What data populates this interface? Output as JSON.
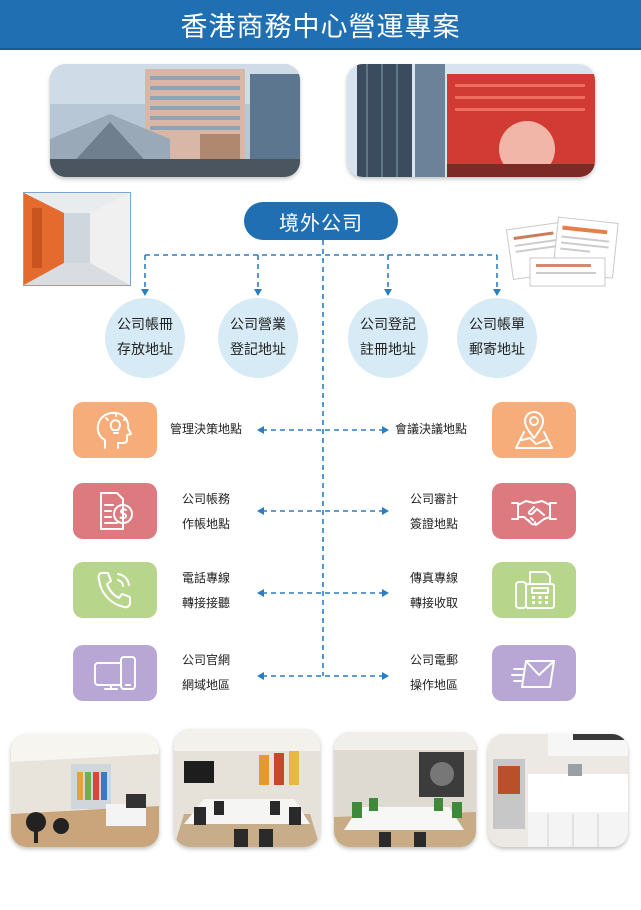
{
  "header": {
    "title": "香港商務中心營運專案"
  },
  "root": {
    "label": "境外公司"
  },
  "address_circles": [
    {
      "line1": "公司帳冊",
      "line2": "存放地址"
    },
    {
      "line1": "公司營業",
      "line2": "登記地址"
    },
    {
      "line1": "公司登記",
      "line2": "註冊地址"
    },
    {
      "line1": "公司帳單",
      "line2": "郵寄地址"
    }
  ],
  "rows": [
    {
      "left": {
        "line1": "管理決策地點",
        "line2": "",
        "color": "#f6ad79",
        "icon": "head-lightbulb-icon"
      },
      "right": {
        "line1": "會議決議地點",
        "line2": "",
        "color": "#f6ad79",
        "icon": "map-pin-icon"
      }
    },
    {
      "left": {
        "line1": "公司帳務",
        "line2": "作帳地點",
        "color": "#dc7a80",
        "icon": "invoice-dollar-icon"
      },
      "right": {
        "line1": "公司審計",
        "line2": "簽證地點",
        "color": "#dc7a80",
        "icon": "handshake-icon"
      }
    },
    {
      "left": {
        "line1": "電話專線",
        "line2": "轉接接聽",
        "color": "#b8d58c",
        "icon": "phone-icon"
      },
      "right": {
        "line1": "傳真專線",
        "line2": "轉接收取",
        "color": "#b8d58c",
        "icon": "fax-icon"
      }
    },
    {
      "left": {
        "line1": "公司官網",
        "line2": "網域地區",
        "color": "#b8a7d5",
        "icon": "devices-icon"
      },
      "right": {
        "line1": "公司電郵",
        "line2": "操作地區",
        "color": "#b8a7d5",
        "icon": "envelope-icon"
      }
    }
  ],
  "colors": {
    "brand": "#1f6fb2",
    "circle": "#d6ebf6",
    "connector": "#2b7cc0"
  }
}
